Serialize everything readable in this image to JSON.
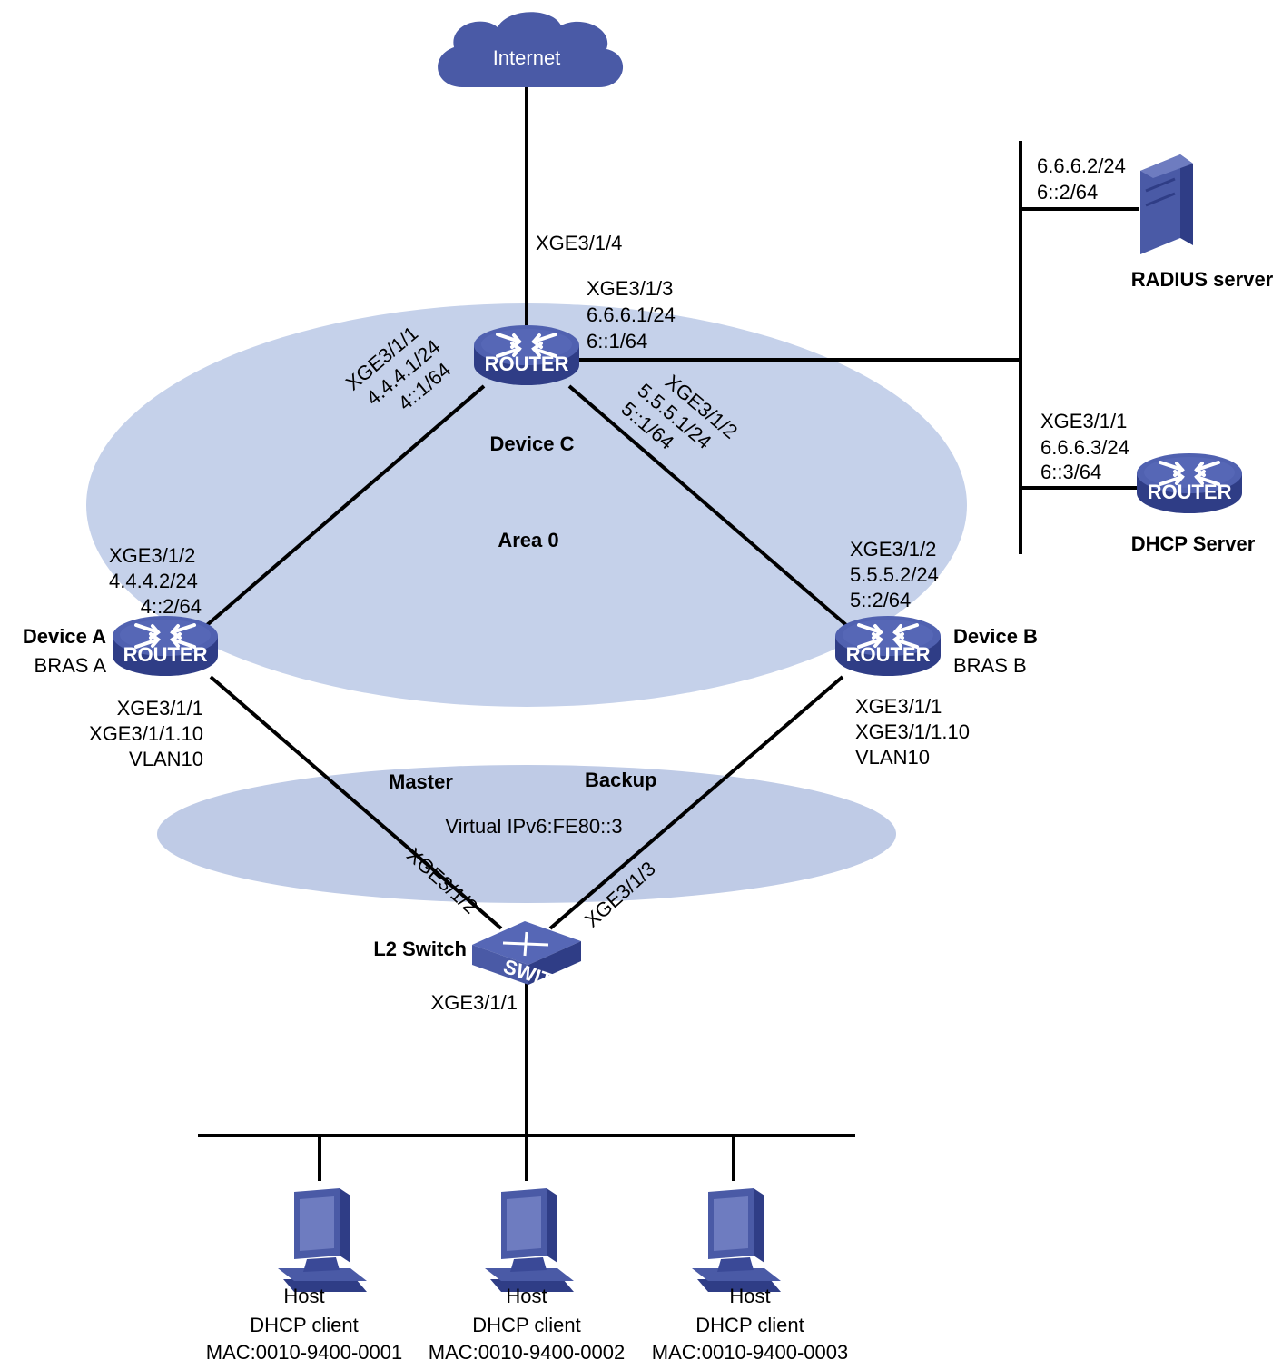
{
  "internet": "Internet",
  "deviceC": {
    "name": "Device C",
    "uplink_port": "XGE3/1/4",
    "to_servers": [
      "XGE3/1/3",
      "6.6.6.1/24",
      "6::1/64"
    ],
    "to_a": [
      "XGE3/1/1",
      "4.4.4.1/24",
      "4::1/64"
    ],
    "to_b": [
      "XGE3/1/2",
      "5.5.5.1/24",
      "5::1/64"
    ]
  },
  "area": "Area 0",
  "radius": {
    "name": "RADIUS server",
    "ip": [
      "6.6.6.2/24",
      "6::2/64"
    ]
  },
  "dhcp_server": {
    "name": "DHCP Server",
    "ip": [
      "XGE3/1/1",
      "6.6.6.3/24",
      "6::3/64"
    ]
  },
  "deviceA": {
    "name": "Device A",
    "role": "BRAS A",
    "up": [
      "XGE3/1/2",
      "4.4.4.2/24",
      "4::2/64"
    ],
    "down": [
      "XGE3/1/1",
      "XGE3/1/1.10",
      "VLAN10"
    ]
  },
  "deviceB": {
    "name": "Device B",
    "role": "BRAS B",
    "up": [
      "XGE3/1/2",
      "5.5.5.2/24",
      "5::2/64"
    ],
    "down": [
      "XGE3/1/1",
      "XGE3/1/1.10",
      "VLAN10"
    ]
  },
  "vrrp": {
    "master": "Master",
    "backup": "Backup",
    "virtual": "Virtual IPv6:FE80::3"
  },
  "switch": {
    "name": "L2 Switch",
    "port_a": "XGE3/1/2",
    "port_b": "XGE3/1/3",
    "port_down": "XGE3/1/1"
  },
  "router_badge": "ROUTER",
  "switch_badge": "SWITCH",
  "hosts": [
    {
      "title": "Host",
      "role": "DHCP client",
      "mac": "MAC:0010-9400-0001"
    },
    {
      "title": "Host",
      "role": "DHCP client",
      "mac": "MAC:0010-9400-0002"
    },
    {
      "title": "Host",
      "role": "DHCP client",
      "mac": "MAC:0010-9400-0003"
    }
  ],
  "colors": {
    "device": "#4a5aa6",
    "device_dark": "#2f3d86",
    "area": "#c5d1ea",
    "vrrp_area": "#bfcbe6",
    "line": "#000000"
  }
}
